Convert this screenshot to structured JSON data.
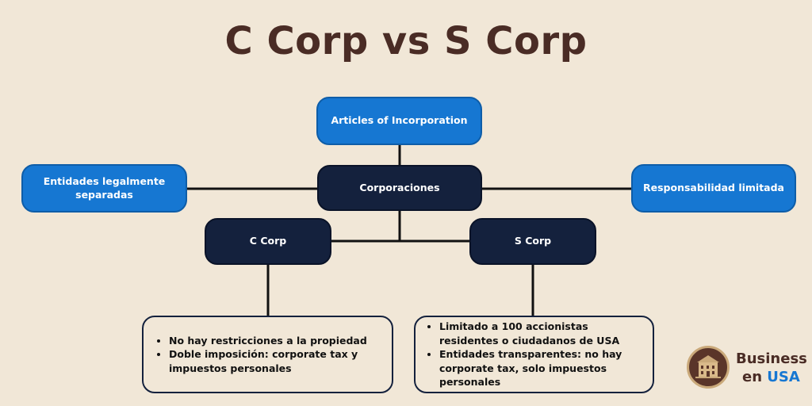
{
  "title": "C Corp vs S Corp",
  "nodes": {
    "articles": "Articles of Incorporation",
    "corporaciones": "Corporaciones",
    "entidades": "Entidades legalmente separadas",
    "responsabilidad": "Responsabilidad limitada",
    "ccorp": "C Corp",
    "scorp": "S Corp"
  },
  "ccorp_points": [
    "No hay restricciones a la propiedad",
    "Doble imposición: corporate tax y impuestos personales"
  ],
  "scorp_points": [
    "Limitado a 100 accionistas residentes o ciudadanos de USA",
    "Entidades transparentes: no hay corporate tax, solo impuestos personales"
  ],
  "logo": {
    "line1": "Business",
    "line2_a": "en ",
    "line2_b": "USA"
  },
  "colors": {
    "background": "#f1e7d7",
    "blue": "#1677d2",
    "navy": "#14213d",
    "title": "#4a2c25"
  }
}
